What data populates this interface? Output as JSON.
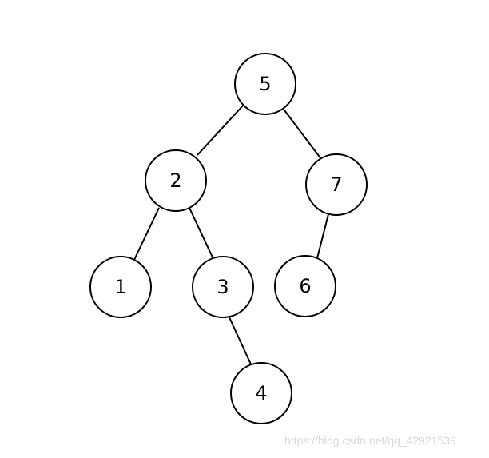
{
  "tree": {
    "nodes": [
      {
        "id": "n5",
        "label": "5"
      },
      {
        "id": "n2",
        "label": "2"
      },
      {
        "id": "n7",
        "label": "7"
      },
      {
        "id": "n1",
        "label": "1"
      },
      {
        "id": "n3",
        "label": "3"
      },
      {
        "id": "n6",
        "label": "6"
      },
      {
        "id": "n4",
        "label": "4"
      }
    ],
    "edges": [
      {
        "from": "n5",
        "to": "n2"
      },
      {
        "from": "n5",
        "to": "n7"
      },
      {
        "from": "n2",
        "to": "n1"
      },
      {
        "from": "n2",
        "to": "n3"
      },
      {
        "from": "n7",
        "to": "n6"
      },
      {
        "from": "n3",
        "to": "n4"
      }
    ]
  },
  "watermark": {
    "text": "https://blog.csdn.net/qq_42921539"
  }
}
